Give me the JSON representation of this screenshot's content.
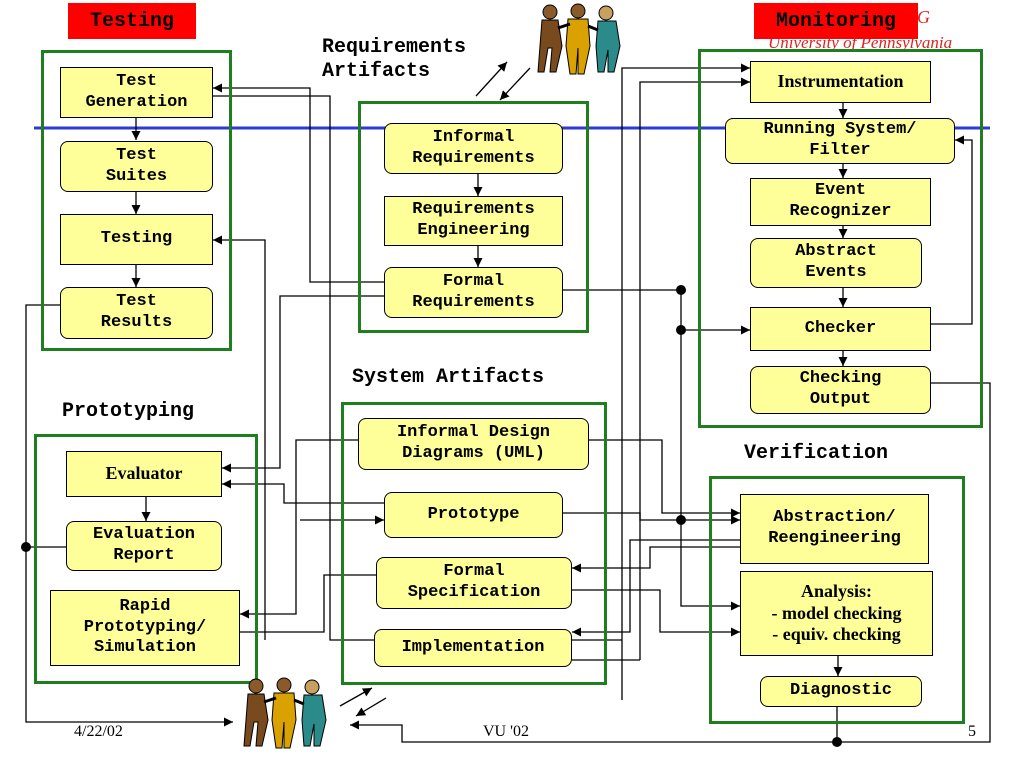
{
  "colors": {
    "box_fill": "#ffff99",
    "frame": "#1f7f1f",
    "tab": "#ff0000",
    "divider": "#2e3bd0",
    "affiliation": "#e02020"
  },
  "tabs": {
    "testing": "Testing",
    "monitoring": "Monitoring"
  },
  "affiliation": {
    "line1": "MaC/G",
    "line2": "University of Pennsylvania"
  },
  "section_labels": {
    "requirements_artifacts": "Requirements\nArtifacts",
    "system_artifacts": "System Artifacts",
    "prototyping": "Prototyping",
    "verification": "Verification"
  },
  "boxes": {
    "test_generation": "Test\nGeneration",
    "test_suites": "Test\nSuites",
    "testing": "Testing",
    "test_results": "Test\nResults",
    "informal_requirements": "Informal\nRequirements",
    "requirements_engineering": "Requirements\nEngineering",
    "formal_requirements": "Formal\nRequirements",
    "instrumentation": "Instrumentation",
    "running_system": "Running System/\nFilter",
    "event_recognizer": "Event\nRecognizer",
    "abstract_events": "Abstract\nEvents",
    "checker": "Checker",
    "checking_output": "Checking\nOutput",
    "evaluator": "Evaluator",
    "evaluation_report": "Evaluation\nReport",
    "rapid_prototyping": "Rapid\nPrototyping/\nSimulation",
    "informal_design": "Informal Design\nDiagrams (UML)",
    "prototype": "Prototype",
    "formal_specification": "Formal\nSpecification",
    "implementation": "Implementation",
    "abstraction": "Abstraction/\nReengineering",
    "analysis": "Analysis:\n- model checking\n- equiv. checking",
    "diagnostic": "Diagnostic"
  },
  "icons": [
    "people-group-icon"
  ],
  "footer": {
    "date": "4/22/02",
    "venue": "VU '02",
    "page": "5"
  }
}
